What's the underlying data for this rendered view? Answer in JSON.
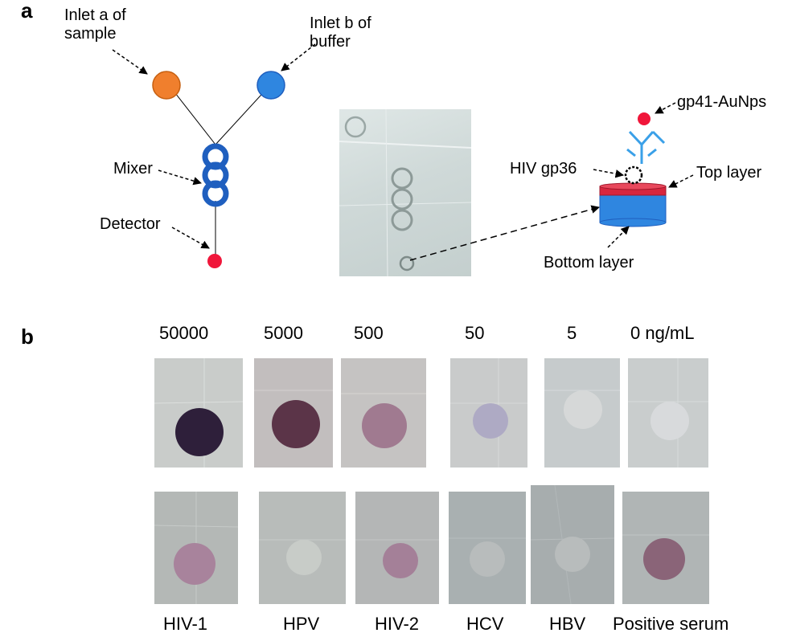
{
  "panel_a": {
    "label": "a",
    "schematic": {
      "inlet_a": [
        "Inlet a of",
        "sample"
      ],
      "inlet_b": [
        "Inlet b of",
        "buffer"
      ],
      "mixer": "Mixer",
      "detector": "Detector",
      "colors": {
        "inlet_a": "#f07f2d",
        "inlet_b": "#2f86e0",
        "mixer": "#1f5fbf",
        "detector": "#f0163a"
      }
    },
    "detection": {
      "gp41": "gp41-AuNps",
      "gp36": "HIV gp36",
      "top_layer": "Top layer",
      "bottom_layer": "Bottom layer",
      "colors": {
        "antibody": "#3aa0e8",
        "top": "#d8263e",
        "bottom": "#2f86e0",
        "nanoparticle": "#f0163a"
      }
    }
  },
  "panel_b": {
    "label": "b",
    "concentrations": [
      "50000",
      "5000",
      "500",
      "50",
      "5",
      "0 ng/mL"
    ],
    "concentration_spots": [
      {
        "spot": "#2e1f3a",
        "intensity": 0.95
      },
      {
        "spot": "#5b3448",
        "intensity": 0.8
      },
      {
        "spot": "#a07a90",
        "intensity": 0.55
      },
      {
        "spot": "#aeaac4",
        "intensity": 0.3
      },
      {
        "spot": "#d6d8d8",
        "intensity": 0.05
      },
      {
        "spot": "#d8dadc",
        "intensity": 0.0
      }
    ],
    "samples": [
      "HIV-1",
      "HPV",
      "HIV-2",
      "HCV",
      "HBV",
      "Positive serum"
    ],
    "sample_spots": [
      {
        "spot": "#a8839c",
        "intensity": 0.5
      },
      {
        "spot": "#c8ccc8",
        "intensity": 0.05
      },
      {
        "spot": "#a48098",
        "intensity": 0.5
      },
      {
        "spot": "#b8bcbc",
        "intensity": 0.05
      },
      {
        "spot": "#b8bcbc",
        "intensity": 0.05
      },
      {
        "spot": "#8a6478",
        "intensity": 0.6
      }
    ]
  }
}
